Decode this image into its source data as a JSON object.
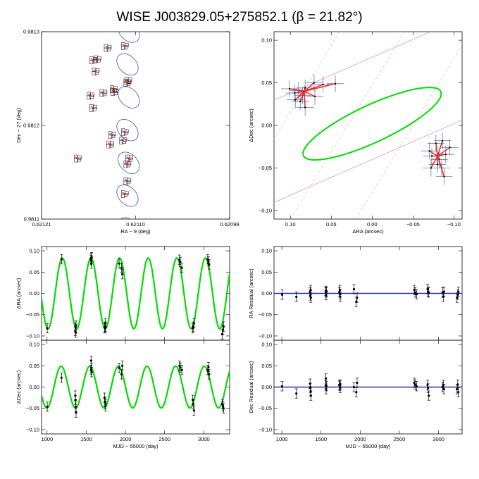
{
  "title": "WISE J003829.05+275852.1    (β = 21.82°)",
  "colors": {
    "model": "#00dd00",
    "orbit": "#2233cc",
    "resid_line": "#2233aa",
    "points": "#000000",
    "epoch_red": "#ee2222",
    "ecliptic": "#e0a0e0",
    "err_blue": "#4a6a9a"
  },
  "chart_data": [
    {
      "id": "sky",
      "type": "line",
      "xlabel": "RA − 9 (deg)",
      "ylabel": "Dec − 27 (deg)",
      "xlim": [
        0.62121,
        0.62099
      ],
      "ylim": [
        0.9811,
        0.9813
      ],
      "xticks": [
        "0.62121",
        "0.62110",
        "0.62099"
      ],
      "yticks": [
        "0.9811",
        "0.9812",
        "0.9813"
      ],
      "series": [],
      "points": [
        [
          0.621168,
          0.981165
        ],
        [
          0.62115,
          0.981219
        ],
        [
          0.621153,
          0.981232
        ],
        [
          0.62115,
          0.98127
        ],
        [
          0.621133,
          0.981283
        ],
        [
          0.62113,
          0.98118
        ],
        [
          0.621128,
          0.98119
        ],
        [
          0.621113,
          0.981193
        ],
        [
          0.621115,
          0.981184
        ],
        [
          0.621113,
          0.981285
        ],
        [
          0.621125,
          0.981236
        ],
        [
          0.621126,
          0.981239
        ],
        [
          0.62111,
          0.981141
        ],
        [
          0.62111,
          0.981246
        ],
        [
          0.621109,
          0.981248
        ],
        [
          0.621147,
          0.981258
        ],
        [
          0.621145,
          0.981271
        ],
        [
          0.621138,
          0.981235
        ],
        [
          0.621113,
          0.981127
        ],
        [
          0.621108,
          0.981165
        ],
        [
          0.62111,
          0.981159
        ]
      ]
    },
    {
      "id": "parallax",
      "type": "scatter",
      "xlabel": "ΔRA (arcsec)",
      "ylabel": "ΔDec (arcsec)",
      "xlim": [
        0.12,
        -0.11
      ],
      "ylim": [
        -0.11,
        0.11
      ],
      "xticks": [
        "0.10",
        "0.05",
        "0.00",
        "−0.05",
        "−0.10"
      ],
      "yticks": [
        "0.10",
        "0.05",
        "0.00",
        "−0.05",
        "−0.10"
      ],
      "points": [
        [
          0.082,
          0.044
        ],
        [
          0.09,
          0.041
        ],
        [
          0.085,
          0.035
        ],
        [
          0.095,
          0.038
        ],
        [
          0.071,
          0.05
        ],
        [
          0.06,
          0.048
        ],
        [
          0.07,
          0.034
        ],
        [
          0.088,
          0.028
        ],
        [
          0.082,
          0.021
        ],
        [
          0.094,
          0.03
        ],
        [
          0.101,
          0.043
        ],
        [
          0.045,
          0.049
        ],
        [
          -0.086,
          -0.018
        ],
        [
          -0.073,
          -0.036
        ],
        [
          -0.08,
          -0.046
        ],
        [
          -0.09,
          -0.034
        ],
        [
          -0.07,
          -0.03
        ],
        [
          -0.085,
          -0.05
        ],
        [
          -0.095,
          -0.026
        ],
        [
          -0.078,
          -0.021
        ],
        [
          -0.082,
          -0.04
        ],
        [
          -0.088,
          -0.06
        ],
        [
          -0.072,
          -0.05
        ]
      ]
    },
    {
      "id": "ra_time",
      "type": "scatter",
      "xlabel": "",
      "ylabel": "ΔRA (arcsec)",
      "xlim": [
        930,
        3330
      ],
      "ylim": [
        -0.11,
        0.11
      ],
      "xticks": [
        "1000",
        "1500",
        "2000",
        "2500",
        "3000"
      ],
      "yticks": [
        "0.10",
        "0.05",
        "0.00",
        "−0.05",
        "−0.10"
      ],
      "model": {
        "amplitude": 0.083,
        "period_days": 365.25,
        "peak_mjd": 1195
      },
      "points": [
        [
          1003,
          -0.082
        ],
        [
          1185,
          0.08
        ],
        [
          1360,
          -0.088
        ],
        [
          1363,
          -0.08
        ],
        [
          1368,
          -0.092
        ],
        [
          1370,
          -0.075
        ],
        [
          1560,
          0.083
        ],
        [
          1562,
          0.078
        ],
        [
          1565,
          0.07
        ],
        [
          1570,
          0.085
        ],
        [
          1733,
          -0.08
        ],
        [
          1740,
          -0.082
        ],
        [
          1745,
          -0.07
        ],
        [
          1745,
          -0.078
        ],
        [
          1920,
          0.07
        ],
        [
          1950,
          0.06
        ],
        [
          1960,
          0.045
        ],
        [
          2690,
          0.079
        ],
        [
          2700,
          0.074
        ],
        [
          2720,
          0.06
        ],
        [
          2860,
          -0.082
        ],
        [
          2865,
          -0.078
        ],
        [
          2875,
          -0.07
        ],
        [
          3050,
          0.08
        ],
        [
          3060,
          0.075
        ],
        [
          3068,
          0.068
        ],
        [
          3235,
          -0.096
        ],
        [
          3245,
          -0.085
        ],
        [
          3252,
          -0.078
        ]
      ]
    },
    {
      "id": "ra_resid",
      "type": "scatter",
      "xlabel": "",
      "ylabel": "RA Residual (arcsec)",
      "xlim": [
        900,
        3300
      ],
      "ylim": [
        -0.11,
        0.11
      ],
      "xticks": [
        "1000",
        "1500",
        "2000",
        "2500",
        "3000"
      ],
      "yticks": [
        "0.10",
        "0.05",
        "0.00",
        "−0.05",
        "−0.10"
      ],
      "points": [
        [
          1003,
          -0.003
        ],
        [
          1185,
          -0.008
        ],
        [
          1360,
          0.003
        ],
        [
          1363,
          -0.005
        ],
        [
          1368,
          0.008
        ],
        [
          1370,
          -0.01
        ],
        [
          1560,
          0.006
        ],
        [
          1562,
          0.002
        ],
        [
          1565,
          -0.004
        ],
        [
          1570,
          0.004
        ],
        [
          1733,
          0.003
        ],
        [
          1740,
          0.008
        ],
        [
          1745,
          -0.002
        ],
        [
          1745,
          -0.008
        ],
        [
          1920,
          0.01
        ],
        [
          1950,
          -0.02
        ],
        [
          1960,
          -0.01
        ],
        [
          2690,
          0.008
        ],
        [
          2700,
          0.002
        ],
        [
          2720,
          -0.002
        ],
        [
          2860,
          0.01
        ],
        [
          2865,
          0.004
        ],
        [
          2875,
          0.002
        ],
        [
          3050,
          0.002
        ],
        [
          3060,
          -0.008
        ],
        [
          3068,
          0.004
        ],
        [
          3235,
          -0.01
        ],
        [
          3245,
          -0.003
        ],
        [
          3252,
          0.004
        ]
      ]
    },
    {
      "id": "dec_time",
      "type": "scatter",
      "xlabel": "MJD − 55000 (day)",
      "ylabel": "ΔDec (arcsec)",
      "xlim": [
        930,
        3330
      ],
      "ylim": [
        -0.11,
        0.11
      ],
      "xticks": [
        "1000",
        "1500",
        "2000",
        "2500",
        "3000"
      ],
      "yticks": [
        "0.10",
        "0.05",
        "0.00",
        "−0.05",
        "−0.10"
      ],
      "model": {
        "amplitude": 0.049,
        "period_days": 365.25,
        "peak_mjd": 1180
      },
      "points": [
        [
          1003,
          -0.046
        ],
        [
          1185,
          0.022
        ],
        [
          1360,
          -0.02
        ],
        [
          1363,
          -0.03
        ],
        [
          1368,
          -0.046
        ],
        [
          1370,
          -0.06
        ],
        [
          1560,
          0.04
        ],
        [
          1562,
          0.062
        ],
        [
          1565,
          0.045
        ],
        [
          1570,
          0.035
        ],
        [
          1733,
          -0.025
        ],
        [
          1740,
          -0.035
        ],
        [
          1745,
          -0.045
        ],
        [
          1745,
          -0.04
        ],
        [
          1920,
          0.045
        ],
        [
          1950,
          0.03
        ],
        [
          1960,
          0.05
        ],
        [
          2690,
          0.05
        ],
        [
          2700,
          0.046
        ],
        [
          2720,
          0.04
        ],
        [
          2860,
          -0.03
        ],
        [
          2865,
          -0.04
        ],
        [
          2875,
          -0.055
        ],
        [
          3050,
          0.04
        ],
        [
          3060,
          0.047
        ],
        [
          3068,
          0.03
        ],
        [
          3235,
          -0.04
        ],
        [
          3245,
          -0.045
        ],
        [
          3252,
          -0.05
        ]
      ]
    },
    {
      "id": "dec_resid",
      "type": "scatter",
      "xlabel": "MJD − 55000 (day)",
      "ylabel": "Dec Residual (arcsec)",
      "xlim": [
        900,
        3300
      ],
      "ylim": [
        -0.11,
        0.11
      ],
      "xticks": [
        "1000",
        "1500",
        "2000",
        "2500",
        "3000"
      ],
      "yticks": [
        "0.10",
        "0.05",
        "0.00",
        "−0.05",
        "−0.10"
      ],
      "points": [
        [
          1003,
          0.002
        ],
        [
          1185,
          -0.015
        ],
        [
          1360,
          0.008
        ],
        [
          1363,
          -0.002
        ],
        [
          1368,
          -0.01
        ],
        [
          1370,
          -0.02
        ],
        [
          1560,
          0.004
        ],
        [
          1562,
          0.02
        ],
        [
          1565,
          -0.005
        ],
        [
          1570,
          0.002
        ],
        [
          1733,
          0.005
        ],
        [
          1740,
          0.003
        ],
        [
          1745,
          -0.002
        ],
        [
          1745,
          0.006
        ],
        [
          1920,
          0.0
        ],
        [
          1950,
          -0.012
        ],
        [
          1960,
          0.01
        ],
        [
          2690,
          0.01
        ],
        [
          2700,
          0.006
        ],
        [
          2720,
          0.002
        ],
        [
          2860,
          0.005
        ],
        [
          2865,
          -0.002
        ],
        [
          2875,
          -0.02
        ],
        [
          3050,
          0.0
        ],
        [
          3060,
          0.005
        ],
        [
          3068,
          -0.005
        ],
        [
          3235,
          -0.005
        ],
        [
          3245,
          0.006
        ],
        [
          3252,
          -0.012
        ]
      ]
    }
  ]
}
